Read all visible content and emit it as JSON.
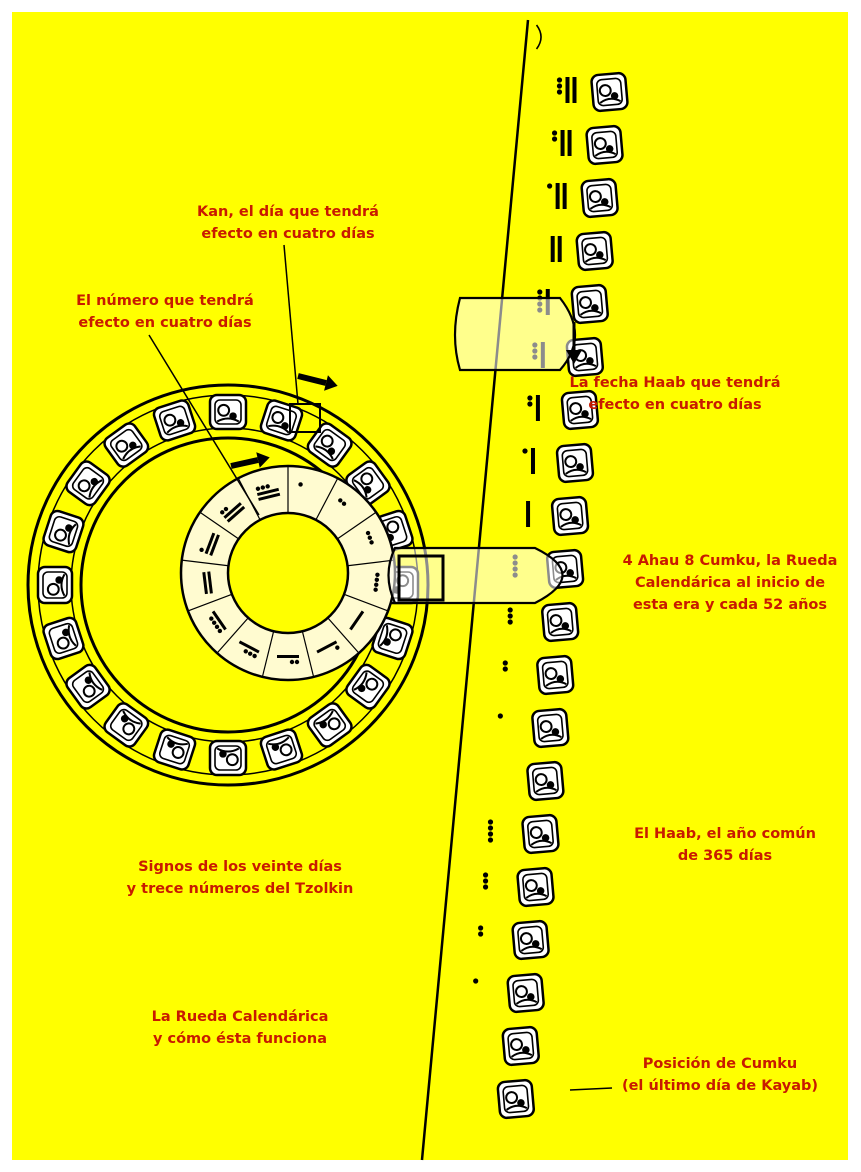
{
  "colors": {
    "background": "#ffff00",
    "label_text": "#c81a00",
    "ink": "#000000",
    "frame": "#ffffff"
  },
  "labels": {
    "kan": "Kan, el día que tendrá\nefecto en cuatro días",
    "numero": "El número que tendrá\nefecto en cuatro días",
    "fecha_haab": "La fecha Haab que tendrá\nefecto en cuatro días",
    "ahau": "4 Ahau 8 Cumku, la Rueda\nCalendárica al inicio de\nesta era y cada 52 años",
    "haab": "El Haab, el año común\nde 365 días",
    "signos": "Signos de los veinte días\ny trece números del Tzolkin",
    "rueda": "La Rueda Calendárica\ny cómo ésta funciona",
    "cumku": "Posición de Cumku\n(el último día de Kayab)"
  },
  "icons": {
    "day_glyph": "maya-day-sign-glyph",
    "month_glyph": "maya-month-glyph",
    "number_marks": "bar-and-dot-numeral",
    "direction_arrow": "rotation-arrow"
  }
}
